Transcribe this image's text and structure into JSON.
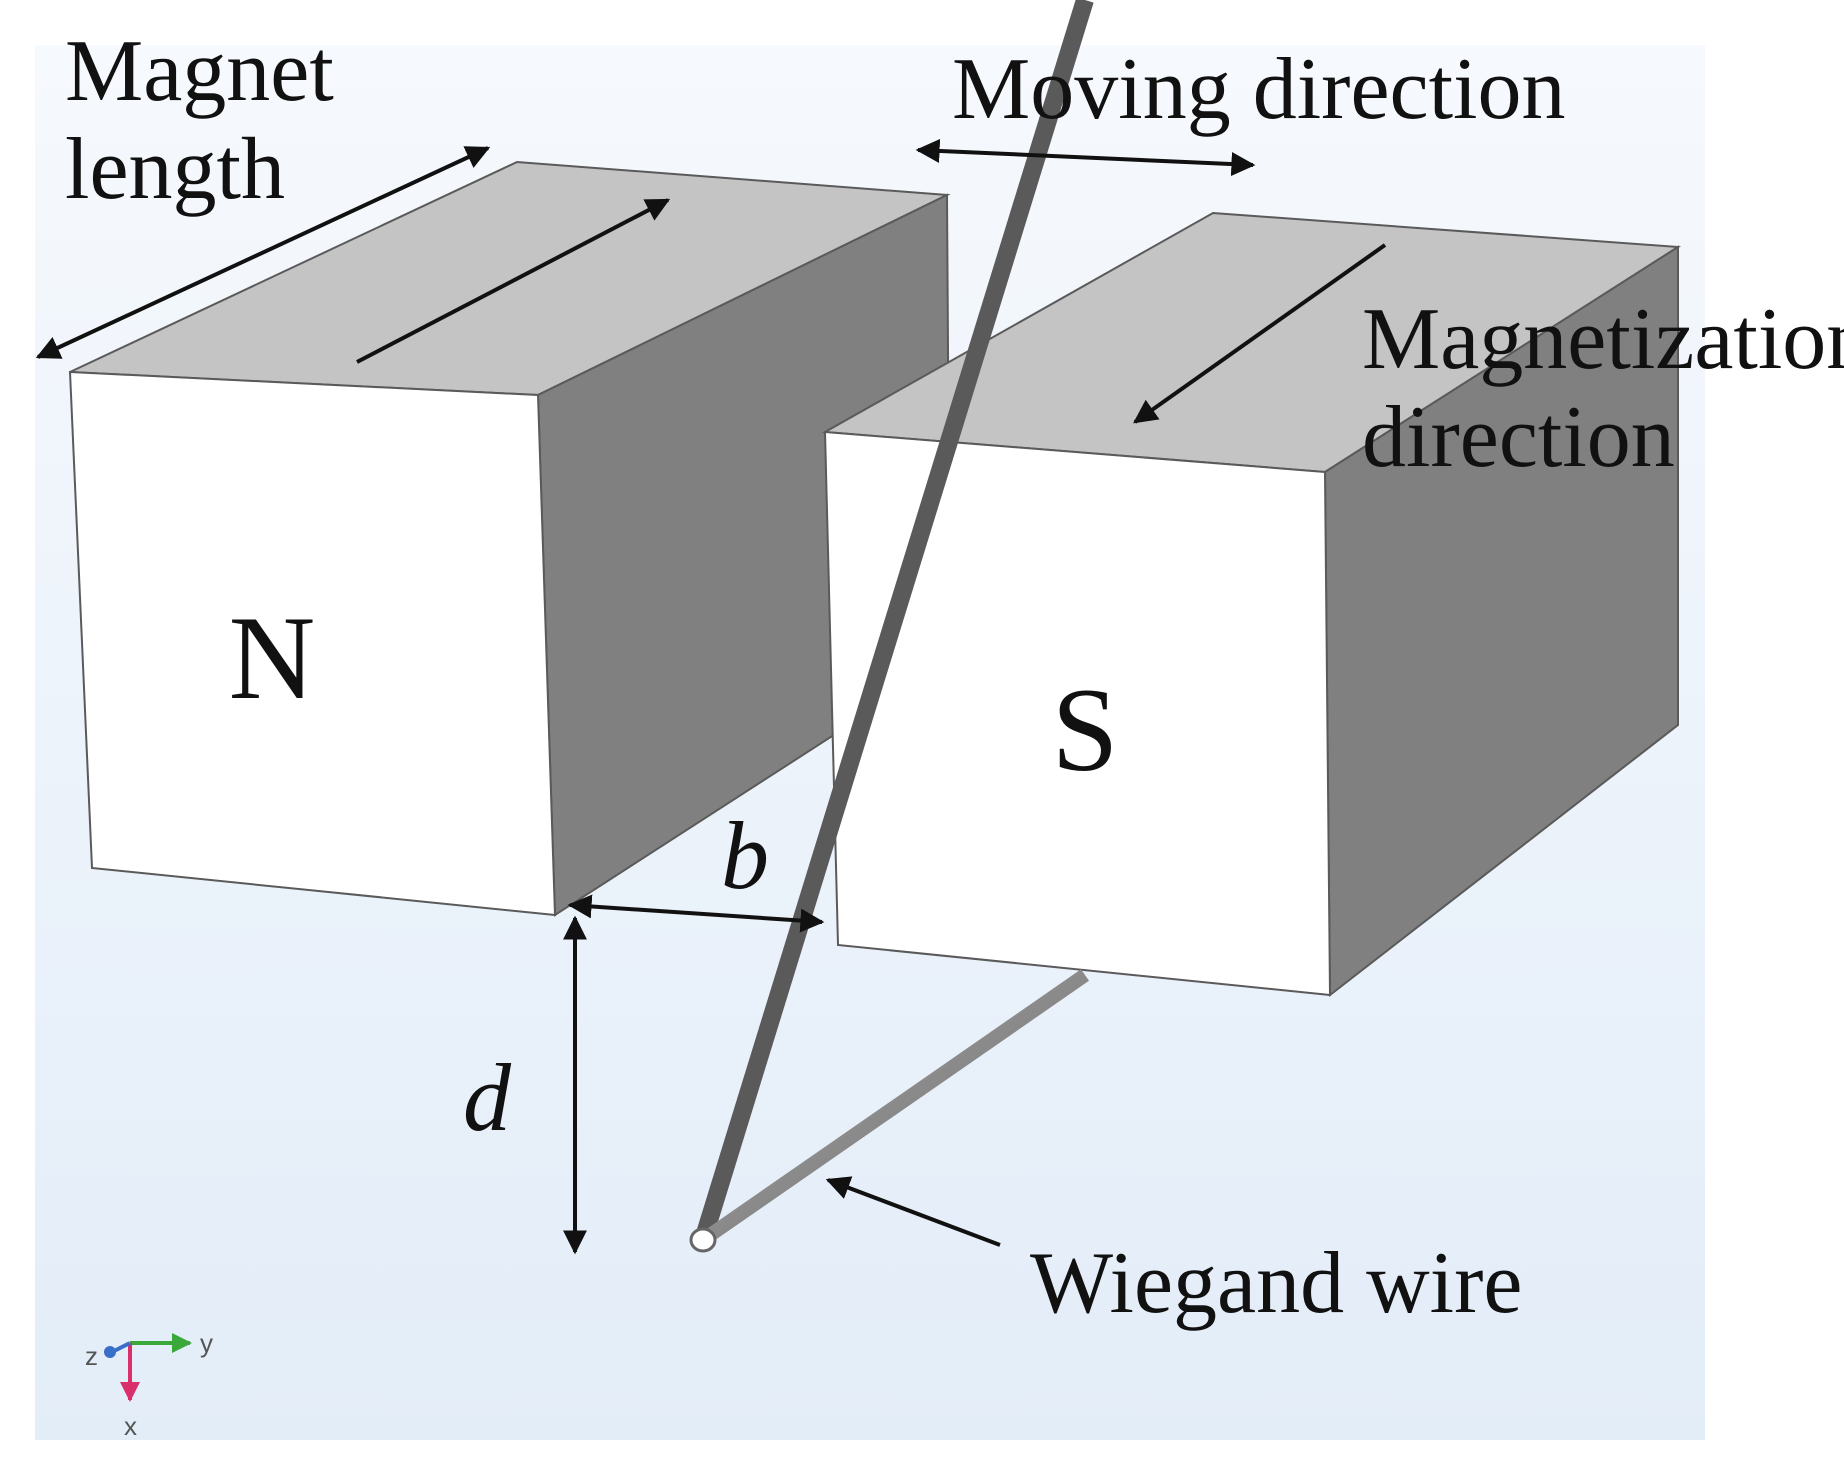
{
  "labels": {
    "magnet_length": [
      "Magnet",
      "length"
    ],
    "moving_direction": "Moving direction",
    "magnetization_direction": [
      "Magnetization",
      "direction"
    ],
    "north_pole": "N",
    "south_pole": "S",
    "gap": "b",
    "distance": "d",
    "wiegand_wire": "Wiegand wire"
  },
  "axis_triad": {
    "z": "z",
    "y": "y",
    "x": "x"
  },
  "colors": {
    "background_top": "#f4f8fc",
    "background_bottom": "#e4eef8",
    "face_front": "#ffffff",
    "face_top": "#c4c4c4",
    "face_side": "#808080",
    "outline": "#5a5a5a",
    "wire": "#8a8a8a",
    "axis_x": "#d9306b",
    "axis_y": "#3aa83a",
    "axis_z": "#3a6fc9"
  }
}
